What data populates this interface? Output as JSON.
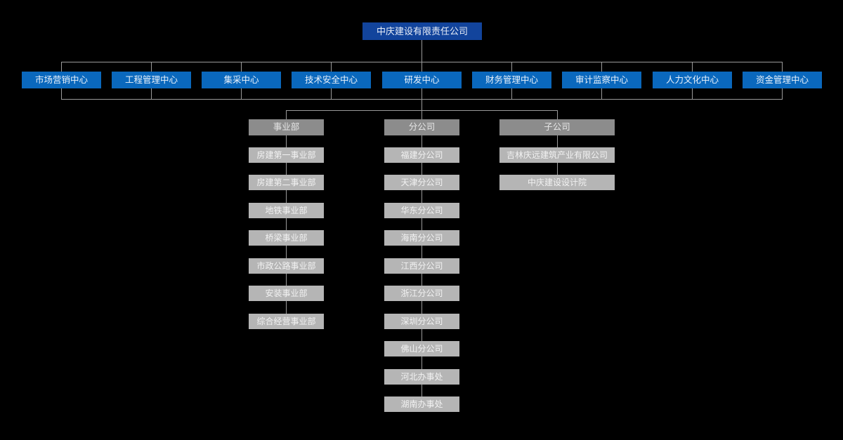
{
  "org_chart": {
    "type": "organization-tree",
    "colors": {
      "background": "#000000",
      "root_box": "#12449c",
      "center_box": "#0a68bd",
      "group_box": "#8c8c8c",
      "item_box": "#b5b5b5",
      "connector_line": "#9a9a9a",
      "root_text": "#e8eef8",
      "center_text": "#eaf2fb",
      "group_text": "#e6e6e6",
      "item_text": "#f2f2f2"
    },
    "root": {
      "label": "中庆建设有限责任公司"
    },
    "centers": [
      {
        "label": "市场营销中心"
      },
      {
        "label": "工程管理中心"
      },
      {
        "label": "集采中心"
      },
      {
        "label": "技术安全中心"
      },
      {
        "label": "研发中心"
      },
      {
        "label": "财务管理中心"
      },
      {
        "label": "审计监察中心"
      },
      {
        "label": "人力文化中心"
      },
      {
        "label": "资金管理中心"
      }
    ],
    "groups": [
      {
        "label": "事业部",
        "items": [
          {
            "label": "房建第一事业部"
          },
          {
            "label": "房建第二事业部"
          },
          {
            "label": "地铁事业部"
          },
          {
            "label": "桥梁事业部"
          },
          {
            "label": "市政公路事业部"
          },
          {
            "label": "安装事业部"
          },
          {
            "label": "综合经营事业部"
          }
        ]
      },
      {
        "label": "分公司",
        "items": [
          {
            "label": "福建分公司"
          },
          {
            "label": "天津分公司"
          },
          {
            "label": "华东分公司"
          },
          {
            "label": "海南分公司"
          },
          {
            "label": "江西分公司"
          },
          {
            "label": "浙江分公司"
          },
          {
            "label": "深圳分公司"
          },
          {
            "label": "佛山分公司"
          },
          {
            "label": "河北办事处"
          },
          {
            "label": "湖南办事处"
          }
        ]
      },
      {
        "label": "子公司",
        "items": [
          {
            "label": "吉林庆远建筑产业有限公司"
          },
          {
            "label": "中庆建设设计院"
          }
        ]
      }
    ]
  }
}
